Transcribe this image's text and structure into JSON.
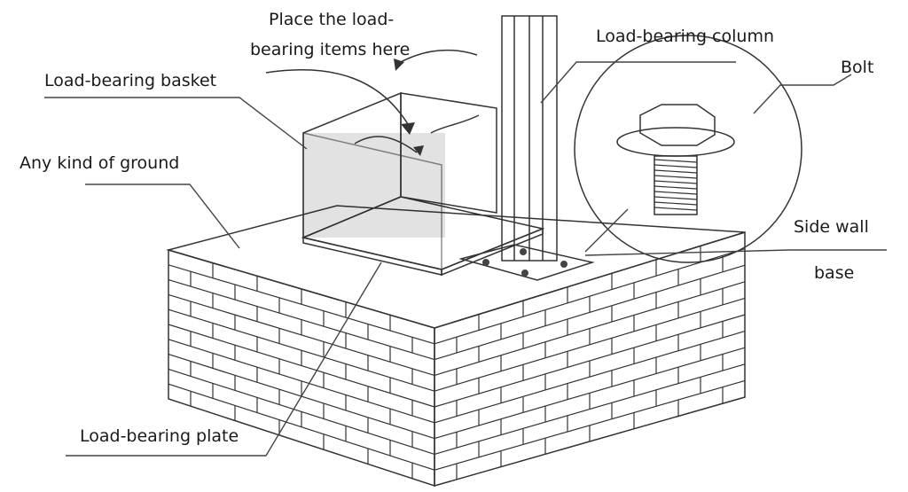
{
  "labels": {
    "place_items_line1": "Place the load-",
    "place_items_line2": "bearing items here",
    "load_bearing_column": "Load-bearing column",
    "bolt": "Bolt",
    "load_bearing_basket": "Load-bearing basket",
    "any_kind_of_ground": "Any kind of ground",
    "side_wall": "Side wall",
    "base": "base",
    "load_bearing_plate": "Load-bearing plate"
  },
  "colors": {
    "line": "#333333",
    "text": "#1a1a1a",
    "background": "#ffffff",
    "mesh": "#555555"
  }
}
